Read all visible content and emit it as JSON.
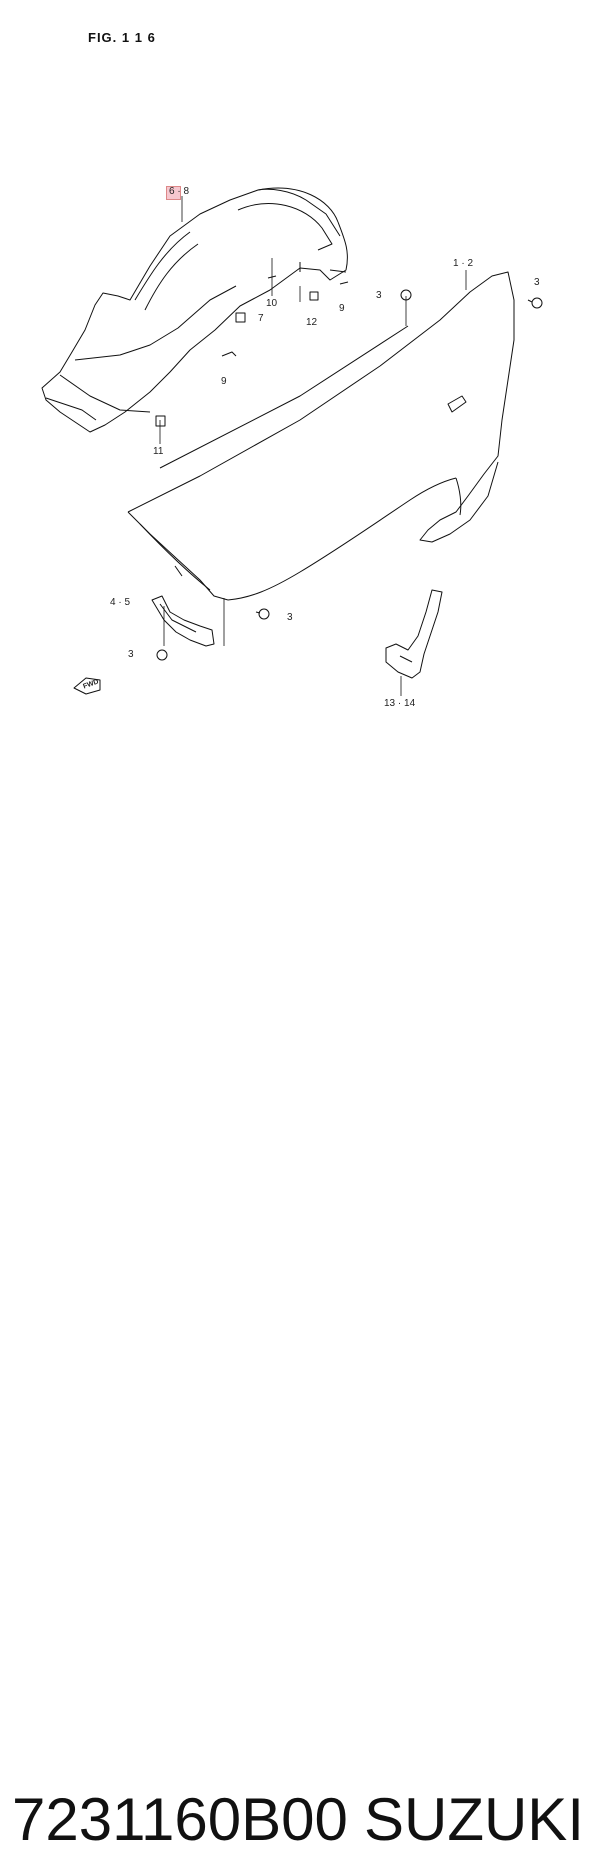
{
  "figure": {
    "title": "FIG. 1 1 6",
    "callouts": {
      "inner_fender": "6 · 8",
      "fender": "1 · 2",
      "bolt_top_right": "3",
      "bolt_top_mid": "3",
      "bolt_right_lower": "3",
      "bolt_left_lower": "3",
      "screw_10": "10",
      "clip_7": "7",
      "screw_9_left": "9",
      "screw_9_right": "9",
      "clip_12": "12",
      "clip_11": "11",
      "bracket": "4 · 5",
      "mudflap": "13 · 14",
      "fwd": "FWD"
    }
  },
  "footer": {
    "part_number": "7231160B00",
    "brand": "SUZUKI"
  },
  "colors": {
    "line": "#111111",
    "highlight": "#f6c7cf"
  }
}
